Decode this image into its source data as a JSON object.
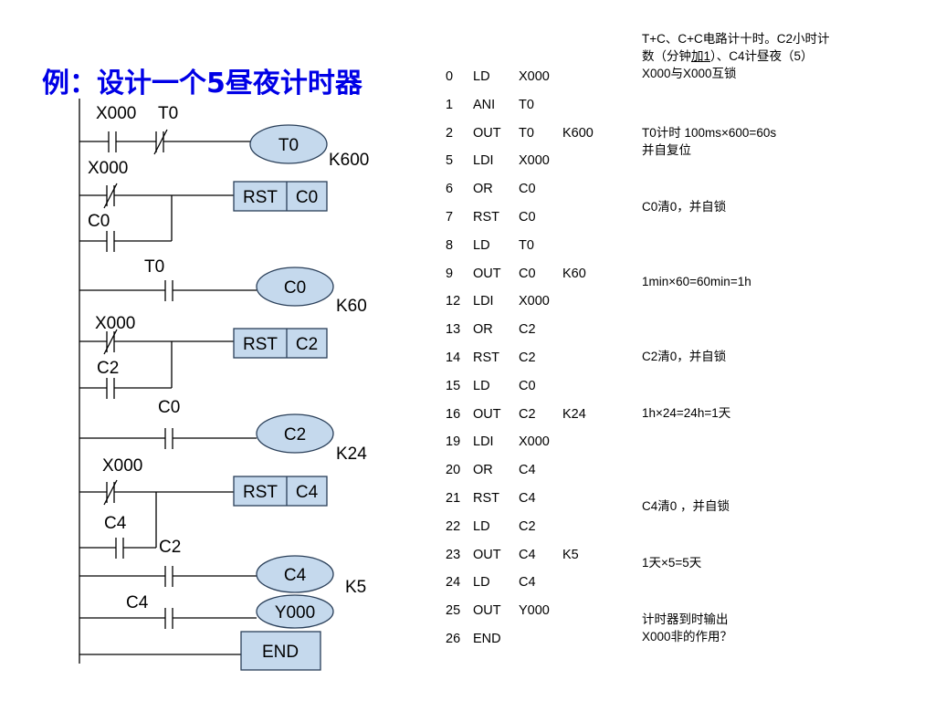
{
  "title": "例：设计一个5昼夜计时器",
  "ladder": {
    "contacts": [
      {
        "name": "X000",
        "type": "NO"
      },
      {
        "name": "T0",
        "type": "NC"
      },
      {
        "name": "X000",
        "type": "NC"
      },
      {
        "name": "C0",
        "type": "NO"
      },
      {
        "name": "T0",
        "type": "NO"
      },
      {
        "name": "X000",
        "type": "NC"
      },
      {
        "name": "C2",
        "type": "NO"
      },
      {
        "name": "C0",
        "type": "NO"
      },
      {
        "name": "X000",
        "type": "NC"
      },
      {
        "name": "C4",
        "type": "NO"
      },
      {
        "name": "C2",
        "type": "NO"
      },
      {
        "name": "C4",
        "type": "NO"
      }
    ],
    "coils": [
      {
        "name": "T0",
        "k": "K600"
      },
      {
        "name": "C0",
        "k": "K60"
      },
      {
        "name": "C2",
        "k": "K24"
      },
      {
        "name": "C4",
        "k": "K5"
      },
      {
        "name": "Y000",
        "k": ""
      }
    ],
    "rst_blocks": [
      {
        "op": "RST",
        "dev": "C0"
      },
      {
        "op": "RST",
        "dev": "C2"
      },
      {
        "op": "RST",
        "dev": "C4"
      }
    ],
    "end_label": "END"
  },
  "instructions": [
    {
      "step": "0",
      "op": "LD",
      "dev": "X000",
      "k": ""
    },
    {
      "step": "1",
      "op": "ANI",
      "dev": "T0",
      "k": ""
    },
    {
      "step": "2",
      "op": "OUT",
      "dev": "T0",
      "k": "K600"
    },
    {
      "step": "5",
      "op": "LDI",
      "dev": "X000",
      "k": ""
    },
    {
      "step": "6",
      "op": "OR",
      "dev": "C0",
      "k": ""
    },
    {
      "step": "7",
      "op": "RST",
      "dev": "C0",
      "k": ""
    },
    {
      "step": "8",
      "op": "LD",
      "dev": "T0",
      "k": ""
    },
    {
      "step": "9",
      "op": "OUT",
      "dev": "C0",
      "k": "K60"
    },
    {
      "step": "12",
      "op": "LDI",
      "dev": "X000",
      "k": ""
    },
    {
      "step": "13",
      "op": "OR",
      "dev": "C2",
      "k": ""
    },
    {
      "step": "14",
      "op": "RST",
      "dev": "C2",
      "k": ""
    },
    {
      "step": "15",
      "op": "LD",
      "dev": "C0",
      "k": ""
    },
    {
      "step": "16",
      "op": "OUT",
      "dev": "C2",
      "k": "K24"
    },
    {
      "step": "19",
      "op": "LDI",
      "dev": "X000",
      "k": ""
    },
    {
      "step": "20",
      "op": "OR",
      "dev": "C4",
      "k": ""
    },
    {
      "step": "21",
      "op": "RST",
      "dev": "C4",
      "k": ""
    },
    {
      "step": "22",
      "op": "LD",
      "dev": "C2",
      "k": ""
    },
    {
      "step": "23",
      "op": "OUT",
      "dev": "C4",
      "k": "K5"
    },
    {
      "step": "24",
      "op": "LD",
      "dev": "C4",
      "k": ""
    },
    {
      "step": "25",
      "op": "OUT",
      "dev": "Y000",
      "k": ""
    },
    {
      "step": "26",
      "op": "END",
      "dev": "",
      "k": ""
    }
  ],
  "notes": {
    "intro_line1": "T+C、C+C电路计十时。C2小时计",
    "intro_line2_pre": "数（分钟",
    "intro_line2_ul": "加1",
    "intro_line2_post": "）、C4计昼夜（5）",
    "intro_line3": "X000与X000互锁",
    "t0_line1": "T0计时    100ms×600=60s",
    "t0_line2": "并自复位",
    "c0_reset": "C0清0，并自锁",
    "c0_count": "1min×60=60min=1h",
    "c2_reset": "C2清0，并自锁",
    "c2_count": "1h×24=24h=1天",
    "c4_reset": "C4清0 ，并自锁",
    "c4_count": "1天×5=5天",
    "end_line1": "计时器到时输出",
    "end_line2": "X000非的作用？"
  }
}
